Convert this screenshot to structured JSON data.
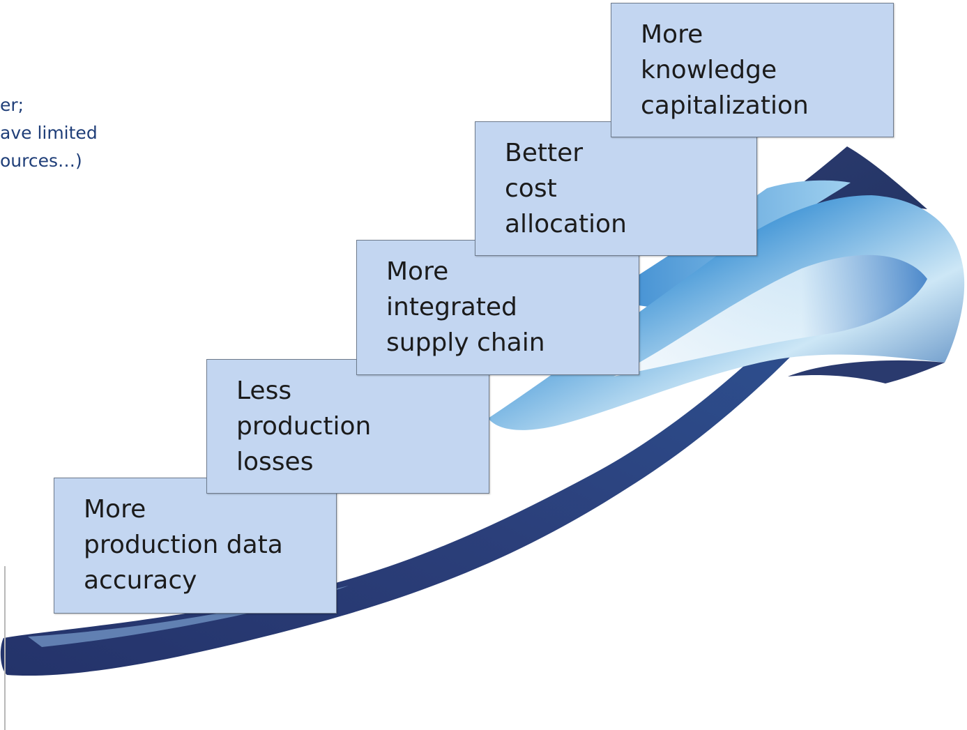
{
  "left_text_fragments": [
    "er;",
    "ave limited",
    "ources…)"
  ],
  "steps": [
    {
      "lines": [
        "More",
        "production data",
        "accuracy"
      ]
    },
    {
      "lines": [
        "Less",
        "production",
        "losses"
      ]
    },
    {
      "lines": [
        "More",
        "integrated",
        "supply chain"
      ]
    },
    {
      "lines": [
        "Better",
        "cost",
        "allocation"
      ]
    },
    {
      "lines": [
        "More",
        "knowledge",
        "capitalization"
      ]
    }
  ],
  "colors": {
    "box_fill": "#c3d6f1",
    "ribbon_dark": "#2a3a6e",
    "ribbon_light": "#e8f4fb",
    "left_text": "#1f3e78"
  }
}
